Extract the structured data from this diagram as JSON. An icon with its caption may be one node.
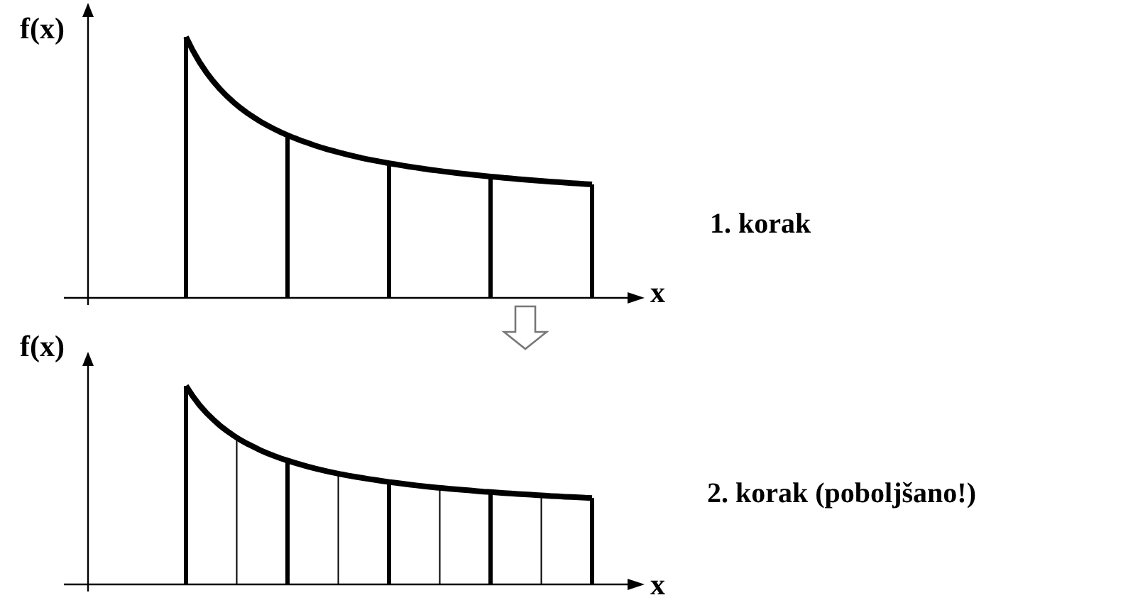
{
  "diagram": {
    "nodes": [
      {
        "text": [],
        "shape": "picture"
      },
      {
        "text": [],
        "shape": "picture"
      }
    ],
    "edges": [
      {
        "from": 0,
        "to": 1,
        "arrow": "to"
      }
    ],
    "labels": [
      "f(x)",
      "x",
      "1. korak",
      "f(x)",
      "x",
      "2. korak (poboljšano!)"
    ]
  }
}
